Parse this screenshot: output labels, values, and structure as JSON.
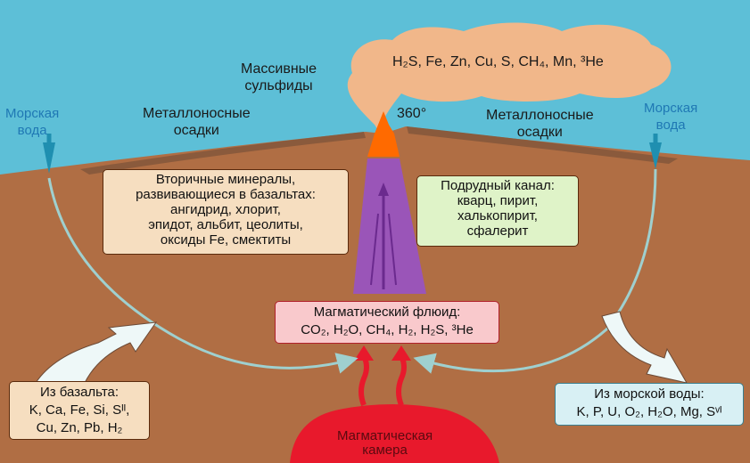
{
  "labels": {
    "sulfides": [
      "Массивные",
      "сульфиды"
    ],
    "temperature": "360°",
    "sediments_left": [
      "Металлоносные",
      "осадки"
    ],
    "sediments_right": [
      "Металлоносные",
      "осадки"
    ],
    "seawater_left": [
      "Морская",
      "вода"
    ],
    "seawater_right": [
      "Морская",
      "вода"
    ],
    "chamber": [
      "Магматическая",
      "камера"
    ]
  },
  "plume_text": "H₂S, Fe, Zn, Cu, S, CH₄, Mn, ³He",
  "boxes": {
    "secondary": [
      "Вторичные минералы,",
      "развивающиеся в базальтах:",
      "ангидрид, хлорит,",
      "эпидот, альбит, цеолиты,",
      "оксиды Fe, смектиты"
    ],
    "channel": [
      "Подрудный канал:",
      "кварц, пирит,",
      "халькопирит,",
      "сфалерит"
    ],
    "fluid": [
      "Магматический флюид:",
      "CO₂, H₂O, CH₄, H₂, H₂S, ³He"
    ],
    "basalt": [
      "Из базальта:",
      "K, Ca, Fe, Si, Sᴵᴵ,",
      "Cu, Zn, Pb, H₂"
    ],
    "seawater": [
      "Из морской воды:",
      "K, P, U, O₂, H₂O, Mg, Sᵛᴵ"
    ]
  },
  "colors": {
    "sea": "#5dbfd7",
    "crust": "#b06e44",
    "plume": "#f1b78a",
    "vent": "#ff6a00",
    "channel": "#9a55b8",
    "magma": "#e8192c",
    "box_beige": "#f6dec0",
    "box_green": "#dff3c8",
    "box_pink": "#f9c9cc",
    "box_cyan": "#d8f0f4",
    "arrow": "#8fc8c8"
  }
}
